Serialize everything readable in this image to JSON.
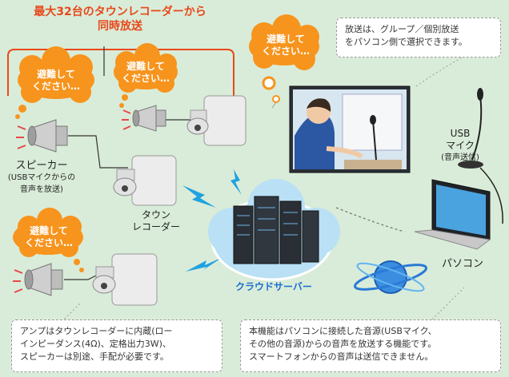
{
  "title": {
    "line1": "最大32台のタウンレコーダーから",
    "line2": "同時放送"
  },
  "bubbles": {
    "b1": {
      "line1": "避難して",
      "line2": "ください…"
    },
    "b2": {
      "line1": "避難して",
      "line2": "ください…"
    },
    "b3": {
      "line1": "避難して",
      "line2": "ください…"
    },
    "b4": {
      "line1": "避難して",
      "line2": "ください…"
    }
  },
  "notes": {
    "top_right": {
      "line1": "放送は、グループ／個別放送",
      "line2": "をパソコン側で選択できます。"
    },
    "bottom_left": {
      "line1": "アンプはタウンレコーダーに内蔵(ロー",
      "line2": "インピーダンス(4Ω)、定格出力3W)、",
      "line3": "スピーカーは別途、手配が必要です。"
    },
    "bottom_right": {
      "line1": "本機能はパソコンに接続した音源(USBマイク、",
      "line2": "その他の音源)からの音声を放送する機能です。",
      "line3": "スマートフォンからの音声は送信できません。"
    }
  },
  "labels": {
    "speaker": "スピーカー",
    "speaker_sub1": "(USBマイクからの",
    "speaker_sub2": "音声を放送)",
    "recorder1": "タウン",
    "recorder2": "レコーダー",
    "usb1": "USB",
    "usb2": "マイク",
    "usb3": "(音声送信)",
    "pc": "パソコン",
    "cloud": "クラウドサーバー"
  },
  "colors": {
    "accent": "#e8481a",
    "orange": "#f7941d",
    "bg": "#d9ecd9",
    "cloud_text": "#1a6fd0"
  }
}
